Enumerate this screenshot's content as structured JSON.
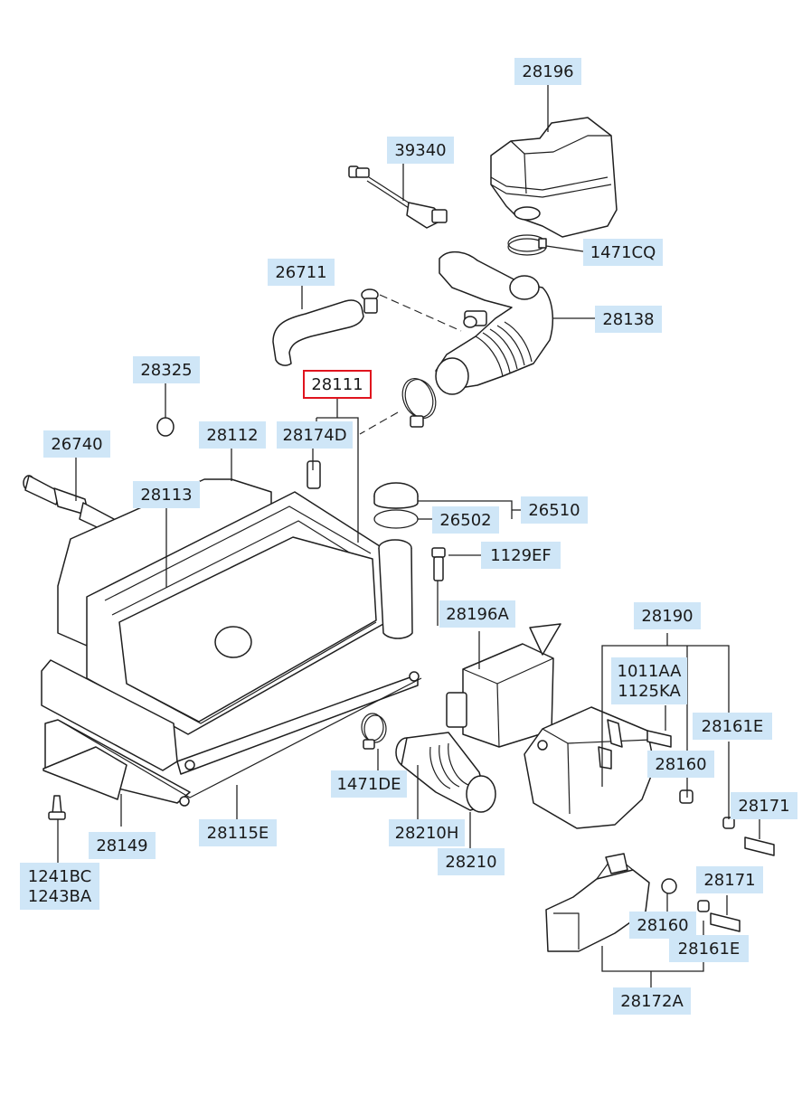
{
  "diagram": {
    "highlight_color": "#e0141e",
    "label_color": "#cfe6f7",
    "labels": [
      {
        "id": "28196",
        "text": "28196"
      },
      {
        "id": "39340",
        "text": "39340"
      },
      {
        "id": "1471CQ",
        "text": "1471CQ"
      },
      {
        "id": "26711",
        "text": "26711"
      },
      {
        "id": "28138",
        "text": "28138"
      },
      {
        "id": "28325",
        "text": "28325"
      },
      {
        "id": "28111",
        "text": "28111",
        "highlighted": true
      },
      {
        "id": "28112",
        "text": "28112"
      },
      {
        "id": "28174D",
        "text": "28174D"
      },
      {
        "id": "26740",
        "text": "26740"
      },
      {
        "id": "28113",
        "text": "28113"
      },
      {
        "id": "26510",
        "text": "26510"
      },
      {
        "id": "26502",
        "text": "26502"
      },
      {
        "id": "1129EF",
        "text": "1129EF"
      },
      {
        "id": "28196A",
        "text": "28196A"
      },
      {
        "id": "28190",
        "text": "28190"
      },
      {
        "id": "1011AA",
        "text": "1011AA"
      },
      {
        "id": "1125KA",
        "text": "1125KA"
      },
      {
        "id": "28161E_a",
        "text": "28161E"
      },
      {
        "id": "28160_a",
        "text": "28160"
      },
      {
        "id": "1471DE",
        "text": "1471DE"
      },
      {
        "id": "28171_a",
        "text": "28171"
      },
      {
        "id": "28149",
        "text": "28149"
      },
      {
        "id": "28115E",
        "text": "28115E"
      },
      {
        "id": "28210H",
        "text": "28210H"
      },
      {
        "id": "28210",
        "text": "28210"
      },
      {
        "id": "1241BC",
        "text": "1241BC"
      },
      {
        "id": "1243BA",
        "text": "1243BA"
      },
      {
        "id": "28171_b",
        "text": "28171"
      },
      {
        "id": "28160_b",
        "text": "28160"
      },
      {
        "id": "28161E_b",
        "text": "28161E"
      },
      {
        "id": "28172A",
        "text": "28172A"
      }
    ]
  }
}
